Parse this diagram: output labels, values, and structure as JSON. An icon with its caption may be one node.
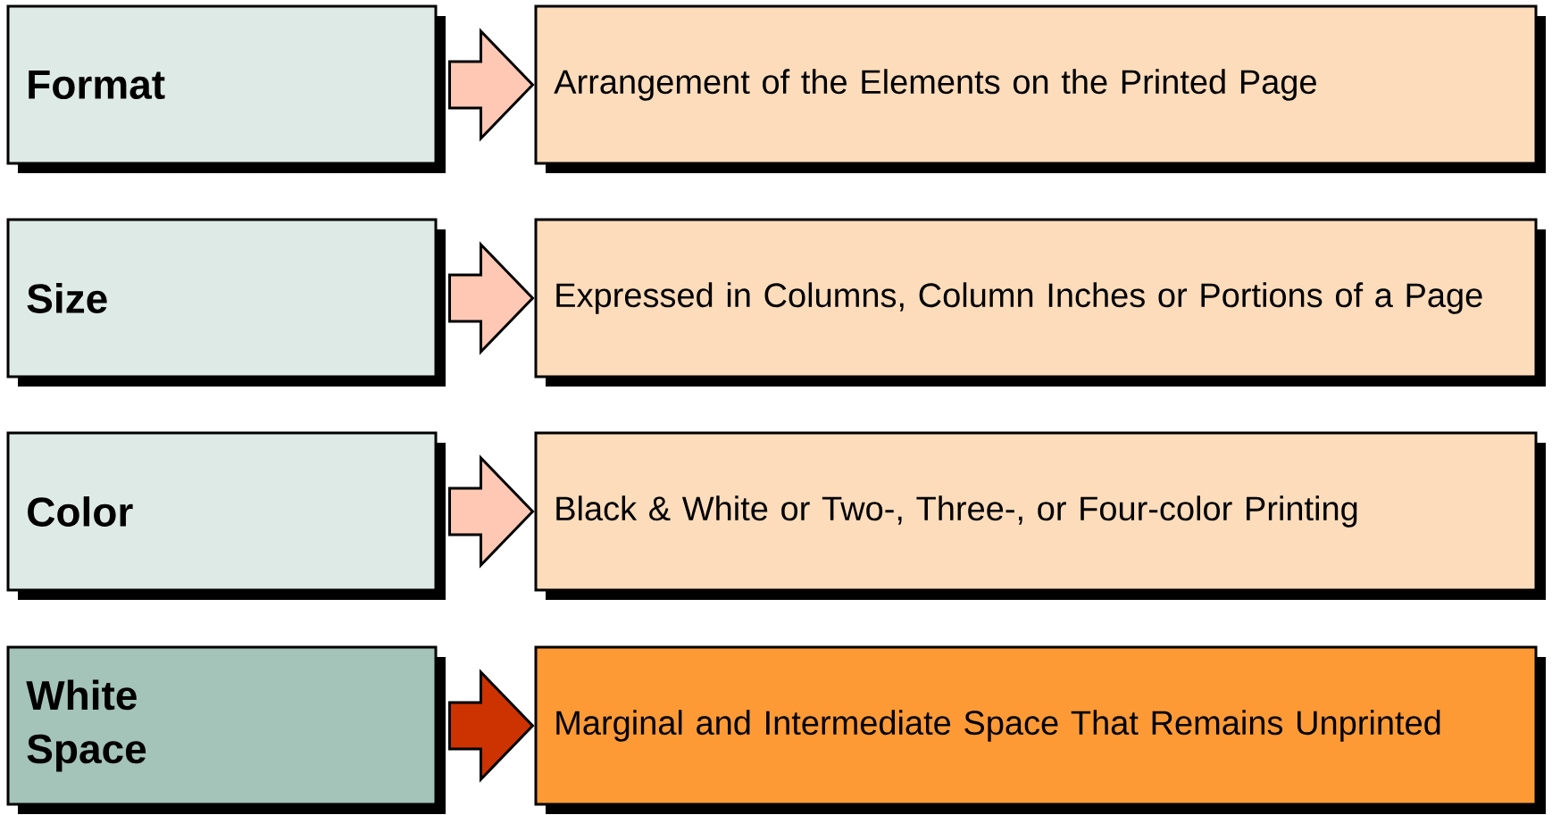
{
  "diagram": {
    "nodes": [
      {
        "text": [
          "Format"
        ]
      },
      {
        "text": [
          "Arrangement of the Elements on the Printed Page"
        ]
      },
      {
        "text": [
          "Size"
        ]
      },
      {
        "text": [
          "Expressed in Columns, Column Inches or Portions of a Page"
        ]
      },
      {
        "text": [
          "Color"
        ]
      },
      {
        "text": [
          "Black & White or Two-, Three-, or Four-color Printing"
        ]
      },
      {
        "text": [
          "White Space"
        ]
      },
      {
        "text": [
          "Marginal and Intermediate Space That Remains Unprinted"
        ]
      }
    ],
    "edges": [
      {
        "from": 0,
        "to": 1,
        "arrow": "to"
      },
      {
        "from": 2,
        "to": 3,
        "arrow": "to"
      },
      {
        "from": 4,
        "to": 5,
        "arrow": "to"
      },
      {
        "from": 6,
        "to": 7,
        "arrow": "to",
        "color": "#cc3300"
      }
    ]
  }
}
